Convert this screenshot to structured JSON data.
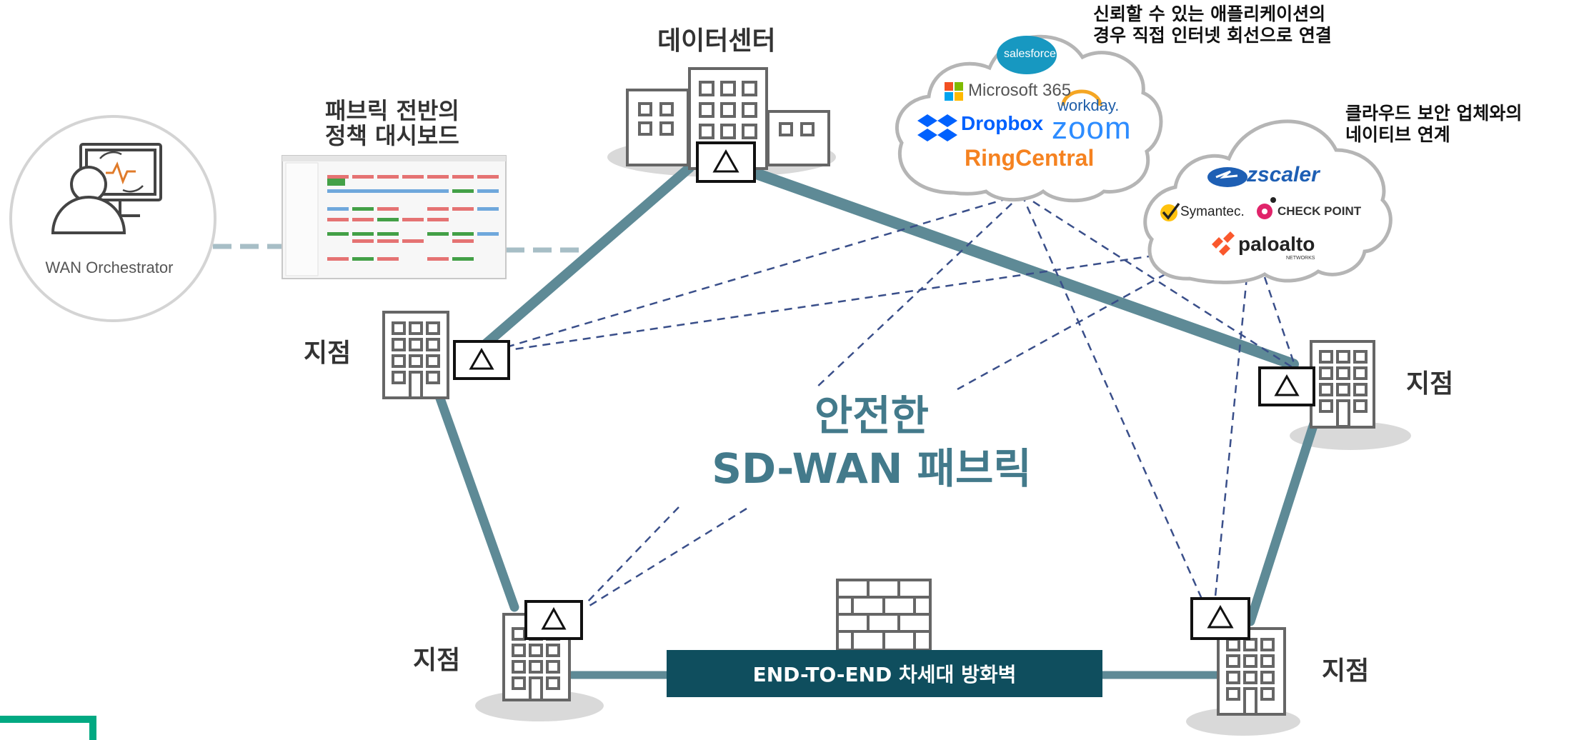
{
  "title": {
    "line1": "안전한",
    "line2": "SD-WAN 패브릭"
  },
  "datacenter_label": "데이터센터",
  "branch_label": "지점",
  "orchestrator": {
    "label": "WAN Orchestrator"
  },
  "dashboard": {
    "caption_line1": "패브릭 전반의",
    "caption_line2": "정책 대시보드"
  },
  "saas_note": {
    "line1": "신뢰할 수 있는 애플리케이션의",
    "line2": "경우 직접 인터넷 회선으로 연결"
  },
  "security_note": {
    "line1": "클라우드 보안 업체와의",
    "line2": "네이티브 연계"
  },
  "firewall_label": "END-TO-END 차세대 방화벽",
  "saas_logos": {
    "salesforce": "salesforce",
    "microsoft": "Microsoft 365",
    "workday": "workday.",
    "dropbox": "Dropbox",
    "zoom": "zoom",
    "ringcentral": "RingCentral"
  },
  "security_logos": {
    "zscaler": "zscaler",
    "symantec": "Symantec.",
    "checkpoint": "CHECK POINT",
    "paloalto": "paloalto",
    "paloalto_sub": "NETWORKS"
  },
  "colors": {
    "fabric_line": "#5e8a96",
    "title": "#437a8b",
    "firewall_bar": "#0f4e5e",
    "dashed_line": "#3a4f8a",
    "building": "#666666",
    "accent_green": "#01a982"
  }
}
